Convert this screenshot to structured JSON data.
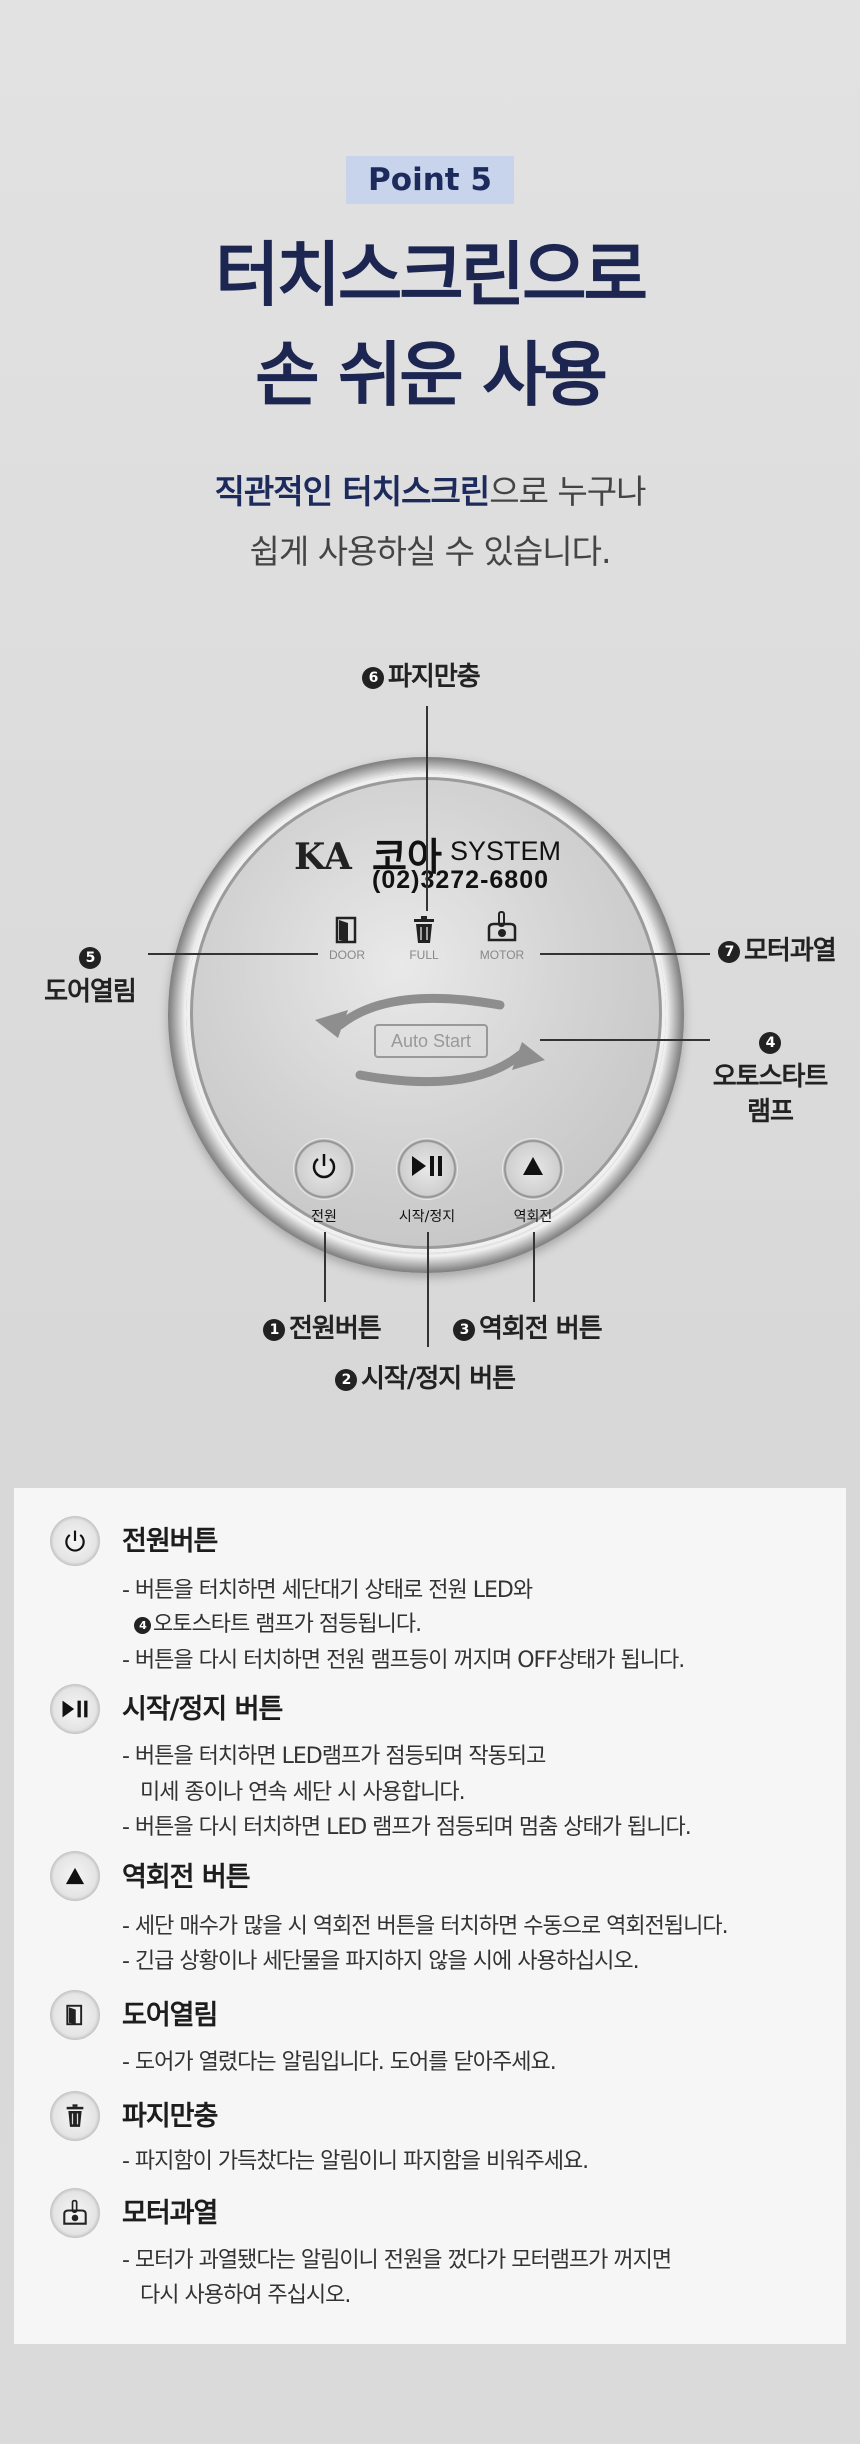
{
  "badge": "Point 5",
  "headline": [
    "터치스크린으로",
    "손 쉬운 사용"
  ],
  "subtitle": {
    "line1_bold": "직관적인 터치스크린",
    "line1_rest": "으로 누구나",
    "line2": "쉽게 사용하실 수 있습니다."
  },
  "device": {
    "brand_ka": "KA",
    "brand_name": "코아",
    "brand_system": "SYSTEM",
    "phone": "(02)3272-6800",
    "status": [
      {
        "icon": "door-icon",
        "label": "DOOR"
      },
      {
        "icon": "trash-icon",
        "label": "FULL"
      },
      {
        "icon": "motor-icon",
        "label": "MOTOR"
      }
    ],
    "auto_start": "Auto Start",
    "buttons": [
      {
        "icon": "power-icon",
        "label": "전원"
      },
      {
        "icon": "play-pause-icon",
        "label": "시작/정지"
      },
      {
        "icon": "triangle-up-icon",
        "label": "역회전"
      }
    ]
  },
  "callouts": {
    "c1": {
      "num": "1",
      "text": "전원버튼"
    },
    "c2": {
      "num": "2",
      "text": "시작/정지 버튼"
    },
    "c3": {
      "num": "3",
      "text": "역회전 버튼"
    },
    "c4": {
      "num": "4",
      "text1": "오토스타트",
      "text2": "램프"
    },
    "c5": {
      "num": "5",
      "text": "도어열림"
    },
    "c6": {
      "num": "6",
      "text": "파지만충"
    },
    "c7": {
      "num": "7",
      "text": "모터과열"
    }
  },
  "items": [
    {
      "title": "전원버튼",
      "icon": "power-icon",
      "lines": [
        "- 버튼을 터치하면 세단대기 상태로 전원 LED와",
        "오토스타트 램프가 점등됩니다.",
        "- 버튼을 다시 터치하면 전원 램프등이 꺼지며 OFF상태가 됩니다."
      ],
      "line2_num": "4"
    },
    {
      "title": "시작/정지 버튼",
      "icon": "play-pause-icon",
      "lines": [
        "- 버튼을 터치하면 LED램프가 점등되며 작동되고",
        "미세 종이나 연속 세단 시 사용합니다.",
        "- 버튼을 다시 터치하면 LED 램프가 점등되며 멈춤 상태가 됩니다."
      ]
    },
    {
      "title": "역회전 버튼",
      "icon": "triangle-up-icon",
      "lines": [
        "- 세단 매수가 많을 시 역회전 버튼을 터치하면 수동으로 역회전됩니다.",
        "- 긴급 상황이나 세단물을 파지하지 않을 시에 사용하십시오."
      ]
    },
    {
      "title": "도어열림",
      "icon": "door-icon",
      "lines": [
        "- 도어가 열렸다는 알림입니다. 도어를 닫아주세요."
      ]
    },
    {
      "title": "파지만충",
      "icon": "trash-icon",
      "lines": [
        "- 파지함이 가득찼다는 알림이니 파지함을 비워주세요."
      ]
    },
    {
      "title": "모터과열",
      "icon": "motor-icon",
      "lines": [
        "- 모터가 과열됐다는 알림이니 전원을 껐다가 모터램프가 꺼지면",
        "다시 사용하여 주십시오."
      ]
    }
  ]
}
